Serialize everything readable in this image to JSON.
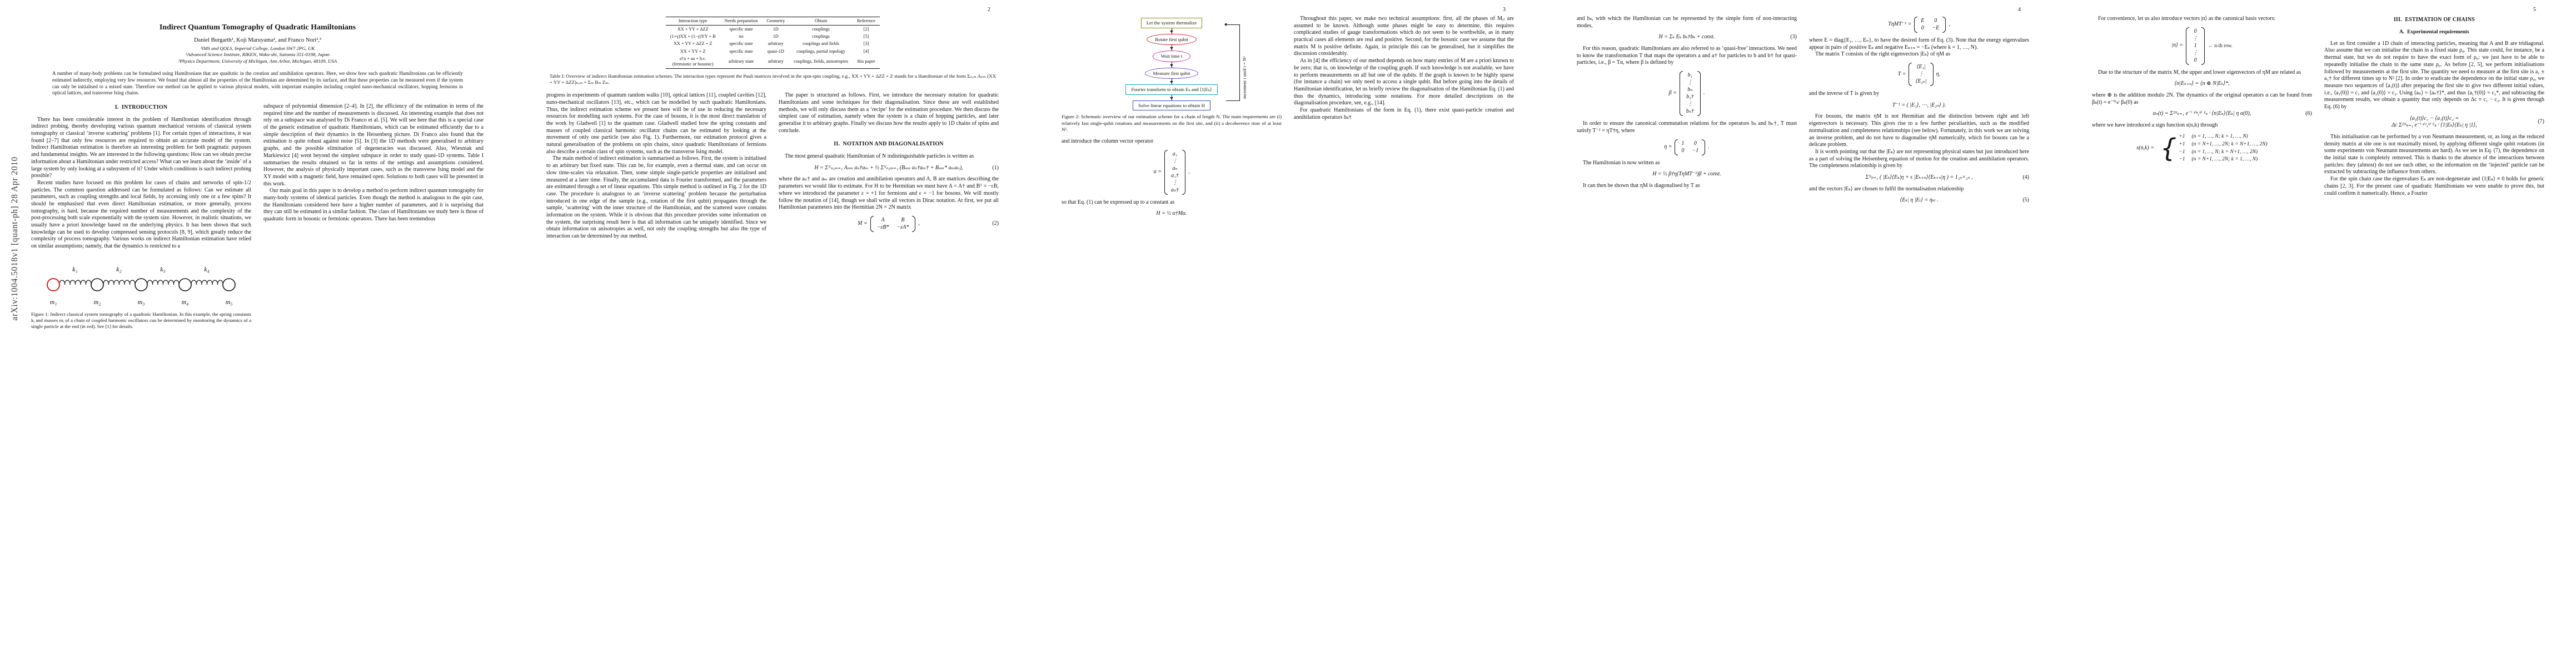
{
  "sidebar": {
    "arxiv_label": "arXiv:1004.5018v1  [quant-ph]  28 Apr 2010"
  },
  "page1": {
    "title": "Indirect Quantum Tomography of Quadratic Hamiltonians",
    "authors": "Daniel Burgarth¹, Koji Maruyama², and Franco Nori²,³",
    "affil1": "¹IMS and QOLS, Imperial College, London SW7 2PG, UK",
    "affil2": "²Advanced Science Institute, RIKEN, Wako-shi, Saitama 351-0198, Japan",
    "affil3": "³Physics Department, University of Michigan, Ann Arbor, Michigan, 48109, USA",
    "abstract": "A number of many-body problems can be formulated using Hamiltonians that are quadratic in the creation and annihilation operators. Here, we show how such quadratic Hamiltonians can be efficiently estimated indirectly, employing very few resources. We found that almost all the properties of the Hamiltonian are determined by its surface, and that these properties can be measured even if the system can only be initialised to a mixed state. Therefore our method can be applied to various physical models, with important examples including coupled nano-mechanical oscillators, hopping fermions in optical lattices, and transverse Ising chains.",
    "sec1": "I.  INTRODUCTION",
    "para1": "There has been considerable interest in the problem of Hamiltonian identification through indirect probing, thereby developing various quantum mechanical versions of classical system tomography or classical ‘inverse scattering’ problems [1]. For certain types of interactions, it was found [2–7] that only few resources are required to obtain an accurate model of the system. Indirect Hamiltonian estimation is therefore an interesting problem for both pragmatic purposes and fundamental insights. We are interested in the following questions: How can we obtain precise information about a Hamiltonian under restricted access? What can we learn about the ‘inside’ of a large system by only looking at a subsystem of it? Under which conditions is such indirect probing possible?",
    "para2a": "Recent studies have focused on this problem for cases of chains and networks of spin-1/2 particles. The common question addressed can be formulated as follows: Can we estimate all parameters, such as coupling strengths and local fields, by accessing only one or a few spins? It should be emphasised that even direct Hamiltonian estimation, or more generally, process tomography, is hard, because the required number of measurements and the complexity of the post-processing both scale exponentially with the system size. However, in realistic situations, we usually have a priori knowledge based on the underlying physics. It has been shown that such knowledge can be used to develop compressed sensing protocols [8, 9], which greatly reduce the complexity of process tomography. Various works on indirect Hamiltonian estimation have relied on similar assumptions; namely, that the dynamics is restricted to a",
    "para2b": "subspace of polynomial dimension [2–4]. In [2], the efficiency of the estimation in terms of the required time and the number of measurements is discussed. An interesting example that does not rely on a subspace was analysed by Di Franco et al. [5]. We will see here that this is a special case of the generic estimation of quadratic Hamiltonians, which can be estimated efficiently due to a simple description of their dynamics in the Heisenberg picture. Di Franco also found that the estimation is quite robust against noise [5]. In [3] the 1D methods were generalised to arbitrary graphs, and the possible elimination of degeneracies was discussed. Also, Wiesniak and Markiewicz [4] went beyond the simplest subspace in order to study quasi-1D systems. Table I summarises the results obtained so far in terms of the settings and assumptions considered. However, the analysis of physically important cases, such as the transverse Ising model and the XY model with a magnetic field, have remained open. Solutions to both cases will be presented in this work.",
    "para3": "Our main goal in this paper is to develop a method to perform indirect quantum tomography for many-body systems of identical particles. Even though the method is analogous to the spin case, the Hamiltonians considered here have a higher number of parameters, and it is surprising that they can still be estimated in a similar fashion. The class of Hamiltonians we study here is those of quadratic form in bosonic or fermionic operators. There has been tremendous",
    "figure1": {
      "k": [
        "k₁",
        "k₂",
        "k₃",
        "k₄"
      ],
      "m": [
        "m₁",
        "m₂",
        "m₃",
        "m₄",
        "m₅"
      ],
      "end_color": "#cc2222",
      "caption": "Figure 1: Indirect classical system tomography of a quadratic Hamiltonian. In this example, the spring constants kᵢ and masses mᵢ of a chain of coupled harmonic oscillators can be determined by monitoring the dynamics of a single particle at the end (in red). See [1] for details."
    }
  },
  "page2": {
    "page_number": "2",
    "table1": {
      "headers": [
        "Interaction type",
        "Needs preparation",
        "Geometry",
        "Obtain",
        "Reference"
      ],
      "rows": [
        [
          "XX + YY + ΔZZ",
          "specific state",
          "1D",
          "couplings",
          "[2]"
        ],
        [
          "(1+γ)XX + (1−γ)YY + B",
          "no",
          "1D",
          "couplings",
          "[5]"
        ],
        [
          "XX + YY + ΔZZ + Z",
          "specific state",
          "arbitrary",
          "couplings and fields",
          "[3]"
        ],
        [
          "XX + YY + Z",
          "specific state",
          "quasi-1D",
          "couplings, partial topology",
          "[4]"
        ],
        [
          "a†a + aa + h.c.\n(fermionic or bosonic)",
          "arbitrary state",
          "arbitrary",
          "couplings, fields, anisotropies",
          "this paper"
        ]
      ],
      "caption": "Table I: Overview of indirect Hamiltonian estimation schemes. The interaction types represent the Pauli matrices involved in the spin-spin coupling, e.g., XX + YY + ΔZZ + Z stands for a Hamiltonian of the form Σₙ,ₘ Aₙₘ (XX + YY + ΔZZ)ₙ,ₘ + Σₘ Bₘ Zₘ."
    },
    "para_a": "progress in experiments of quantum random walks [10], optical lattices [11], coupled cavities [12], nano-mechanical oscillators [13], etc., which can be modelled by such quadratic Hamiltonians. Thus, the indirect estimation scheme we present here will be of use in reducing the necessary resources for modelling such systems. For the case of bosons, it is the most direct translation of the work by Gladwell [1] to the quantum case. Gladwell studied how the spring constants and masses of coupled classical harmonic oscillator chains can be estimated by looking at the movement of only one particle (see also Fig. 1). Furthermore, our estimation protocol gives a natural generalisation of the problems on spin chains, since quadratic Hamiltonians of fermions also describe a certain class of spin systems, such as the transverse Ising model.",
    "para_b": "The main method of indirect estimation is summarised as follows. First, the system is initialised to an arbitrary but fixed state. This can be, for example, even a thermal state, and can occur on slow time-scales via relaxation. Then, some simple single-particle properties are initialised and measured at a later time. Finally, the accumulated data is Fourier transformed, and the parameters are estimated through a set of linear equations. This simple method is outlined in Fig. 2 for the 1D case. The procedure is analogous to an ‘inverse scattering’ problem because the perturbation introduced in one edge of the sample (e.g., rotation of the first qubit) propagates through the sample, ‘scattering’ with the inner structure of the Hamiltonian, and the scattered wave contains information on the system. While it is obvious that this procedure provides some information on the system, the surprising result here is that all information can be uniquely identified. Since we obtain information on anisotropies as well, not only the coupling strengths but also the type of interaction can be determined by our method.",
    "para_c": "The paper is structured as follows. First, we introduce the necessary notation for quadratic Hamiltonians and some techniques for their diagonalisation. Since these are well established methods, we will only discuss them as a ‘recipe’ for the estimation procedure. We then discuss the simplest case of estimation, namely when the system is a chain of hopping particles, and later generalise it to arbitrary graphs. Finally we discuss how the results apply to 1D chains of spins and conclude.",
    "sec2": "II.  NOTATION AND DIAGONALISATION",
    "para_d": "The most general quadratic Hamiltonian of N indistinguishable particles is written as",
    "eq1": {
      "body": "H = Σᴺₙ,ₘ₌₁ Aₙₘ aₙ†aₘ + ½ Σᴺₙ,ₘ₌₁ (Bₙₘ aₙ†aₘ† + Bₙₘ* aₘaₙ),",
      "number": "(1)"
    },
    "para_e": "where the aₙ† and aₘ are creation and annihilation operators and A, B are matrices describing the parameters we would like to estimate. For H to be Hermitian we must have A = A† and Bᵀ = −εB, where we introduced the parameter ε = +1 for fermions and ε = −1 for bosons. We will mostly follow the notation of [14], though we shall write all vectors in Dirac notation. At first, we put all Hamiltonian parameters into the Hermitian 2N × 2N matrix",
    "eq2": {
      "lhs": "M =",
      "cells": [
        "A",
        "B",
        "−εB*",
        "−εA*"
      ],
      "trail": ",",
      "number": "(2)"
    }
  },
  "page3": {
    "page_number": "3",
    "figure2": {
      "steps": [
        {
          "label": "Let the system thermalize",
          "color": "#8a8a10"
        },
        {
          "label": "Rotate first qubit",
          "color": "#cf1f1f"
        },
        {
          "label": "Wait time t",
          "color": "#cc2ab4"
        },
        {
          "label": "Measure first qubit",
          "color": "#6f3fc4"
        },
        {
          "label": "Fourier transform to obtain Eₖ and ⟨1|Eₖ⟩",
          "color": "#0aa8c0"
        },
        {
          "label": "Solve linear equations to obtain H",
          "color": "#2e4fc4"
        }
      ],
      "loop_label": "increment t until t = N²",
      "caption": "Figure 2: Schematic overview of our estimation scheme for a chain of length N. The main requirements are (i) relatively fast single-qubit rotations and measurements on the first site, and (ii) a decoherence time of at least N²."
    },
    "para1": "and introduce the column vector operator",
    "eq_alpha": {
      "lhs": "α =",
      "cells": [
        "a₁",
        "⋮",
        "aₙ",
        "a₁†",
        "⋮",
        "aₙ†"
      ],
      "trail": ","
    },
    "para2": "so that Eq. (1) can be expressed up to a constant as",
    "eq_H": {
      "body": "H = ½ α†Mα."
    },
    "para3": "Throughout this paper, we make two technical assumptions: first, all the phases of Mᵢⱼ are assumed to be known. Although some phases might be easy to determine, this requires complicated studies of gauge transformations which do not seem to be worthwhile, as in many practical cases all elements are real and positive. Second, for the bosonic case we assume that the matrix M is positive definite. Again, in principle this can be generalised, but it simplifies the discussion considerably.",
    "para4": "As in [4] the efficiency of our method depends on how many entries of M are a priori known to be zero; that is, on knowledge of the coupling graph. If such knowledge is not available, we have to perform measurements on all but one of the qubits. If the graph is known to be highly sparse (for instance a chain) we only need to access a single qubit. But before going into the details of Hamiltonian identification, let us briefly review the diagonalisation of the Hamiltonian Eq. (1) and thus the dynamics, introducing some notations. For more detailed descriptions on the diagonalisation procedure, see, e.g., [14].",
    "para5": "For quadratic Hamiltonians of the form in Eq. (1), there exist quasi-particle creation and annihilation operators bₖ†"
  },
  "page4": {
    "page_number": "4",
    "para1": "and bₖ, with which the Hamiltonian can be represented by the simple form of non-interacting modes,",
    "eq3": {
      "body": "H = Σₖ Eₖ bₖ†bₖ + const.",
      "number": "(3)"
    },
    "para2": "For this reason, quadratic Hamiltonians are also referred to as ‘quasi-free’ interactions. We need to know the transformation T that maps the operators a and a† for particles to b and b† for quasi-particles, i.e., β = Tα, where β is defined by",
    "eq_beta": {
      "lhs": "β =",
      "cells": [
        "b₁",
        "⋮",
        "bₙ",
        "b₁†",
        "⋮",
        "bₙ†"
      ],
      "trail": "."
    },
    "para3": "In order to ensure the canonical commutation relations for the operators bₖ and bₖ†, T must satisfy T⁻¹ = ηT†η, where",
    "eq_eta": {
      "lhs": "η =",
      "cells": [
        "1",
        "0",
        "0",
        "−1"
      ],
      "trail": "."
    },
    "para4": "The Hamiltonian is now written as",
    "eq_Hbeta": {
      "body": "H = ½ β†η(TηMT⁻¹)β + const."
    },
    "para5": "It can then be shown that ηM is diagonalised by T as",
    "eq_TMT": {
      "lhs": "TηMT⁻¹ =",
      "cells": [
        "E",
        "0",
        "0",
        "−E"
      ],
      "trail": ","
    },
    "para6": "where E = diag{E₁, …, Eₙ}, to have the desired form of Eq. (3). Note that the energy eigenvalues appear in pairs of positive Eₖ and negative Eₖ₊ₙ = −Eₖ (where k = 1, …, N).",
    "para7": "The matrix T consists of the right eigenvectors |Eₖ⟩ of ηM as",
    "eq_T": {
      "lhs": "T =",
      "cells": [
        "⟨E₁|",
        "⋮",
        "⟨E₂ₙ|"
      ],
      "trail": "η,"
    },
    "para8": "and the inverse of T is given by",
    "eq_Tinv": {
      "body": "T⁻¹ = ( |E₁⟩, ⋯, |E₂ₙ⟩ )."
    },
    "para9": "For bosons, the matrix ηM is not Hermitian and the distinction between right and left eigenvectors is necessary. This gives rise to a few further peculiarities, such as the modified normalisation and completeness relationships (see below). Fortunately, in this work we are solving an inverse problem, and do not have to diagonalise ηM numerically, which for bosons can be a delicate problem.",
    "para10": "It is worth pointing out that the |Eₖ⟩ are not representing physical states but just introduced here as a part of solving the Heisenberg equation of motion for the creation and annihilation operators. The completeness relationship is given by",
    "eq4": {
      "body": "Σᴺₖ₌₁ ( |Eₖ⟩⟨Eₖ|η + ε |Eₖ₊ₙ⟩⟨Eₖ₊ₙ|η ) = 1₂ₙ×₂ₙ ,",
      "number": "(4)"
    },
    "para11": "and the vectors |Eₖ⟩ are chosen to fulfil the normalisation relationship",
    "eq5": {
      "body": "⟨Eₖ| η |Eₗ⟩ = ηₖₗ .",
      "number": "(5)"
    }
  },
  "page5": {
    "page_number": "5",
    "para1": "For convenience, let us also introduce vectors |n⟩ as the canonical basis vectors:",
    "eq_n": {
      "lhs": "|n⟩ =",
      "cells": [
        "0",
        "⋮",
        "1",
        "⋮",
        "0"
      ],
      "annotation": "← n-th row."
    },
    "para2": "Due to the structure of the matrix M, the upper and lower eigenvectors of ηM are related as",
    "eq_rel": {
      "body": "⟨n|Eₖ₊ₙ⟩ = ⟨n ⊕ N|Eₖ⟩*,"
    },
    "para3": "where ⊕ is the addition modulo 2N. The dynamics of the original operators α can be found from βₖ(t) = e⁻ⁱᴱₖᵗ βₖ(0) as",
    "eq6": {
      "body": "αₙ(t) = Σ²ᴺₖ₌₁ e⁻ⁱ ˢ⁽ⁿ,ᵏ⁾ ᴱₖ ᵗ ⟨n|Eₖ⟩⟨Eₖ| η α(0),",
      "number": "(6)"
    },
    "para4": "where we have introduced a sign function s(n,k) through",
    "cases": {
      "lhs": "s(n,k) =",
      "rows": [
        {
          "val": "+1",
          "cond": "(n = 1, …, N;  k = 1, …, N)"
        },
        {
          "val": "+1",
          "cond": "(n = N+1, …, 2N;  k = N+1, …, 2N)"
        },
        {
          "val": "−1",
          "cond": "(n = 1, …, N;  k = N+1, …, 2N)"
        },
        {
          "val": "−1",
          "cond": "(n = N+1, …, 2N;  k = 1, …, N)"
        }
      ]
    },
    "sec3": "III.  ESTIMATION OF CHAINS",
    "subA": "A.  Experimental requirements",
    "paraA": "Let us first consider a 1D chain of interacting particles, meaning that A and B are tridiagonal. Also assume that we can initialise the chain in a fixed state ρ₀. This state could, for instance, be a thermal state, but we do not require to have the exact form of ρ₀: we just have to be able to repeatedly initialise the chain to the same state ρ₀. As before [2, 5], we perform initialisations followed by measurements at the first site. The quantity we need to measure at the first site is a₁ ± a₁† for different times up to N² [2]. In order to eradicate the dependence on the initial state ρ₀, we measure two sequences of ⟨a₁(t)⟩ after preparing the first site to give two different initial values, i.e., ⟨a₁(0)⟩ = c₁ and ⟨a₁(0)⟩ = c₂. Using ⟨aₙ⟩ = ⟨aₙ†⟩*, and thus ⟨a₁†(0)⟩ = c₂*, and subtracting the measurement results, we obtain a quantity that only depends on Δc ≡ c₁ − c₂. It is given through Eq. (6) by",
    "eq7": {
      "line1": "⟨a₁(t)⟩c₁ − ⟨a₁(t)⟩c₂ =",
      "line2": "Δc Σ²ᴺₖ₌₁ e⁻ⁱ ˢ⁽¹,ᵏ⁾ ᴱₖ ᵗ ⟨1|Eₖ⟩⟨Eₖ| η |1⟩,",
      "number": "(7)"
    },
    "paraB": "This initialisation can be performed by a von Neumann measurement, or, as long as the reduced density matrix at site one is not maximally mixed, by applying different single qubit rotations (in some experiments von Neumann measurements are hard). As we see in Eq. (7), the dependence on the initial state is completely removed. This is thanks to the absence of the interactions between particles: they (almost) do not see each other, so the information on the ‘injected’ particle can be extracted by subtracting the influence from others.",
    "paraC": "For the spin chain case the eigenvalues Eₖ are non-degenerate and ⟨1|Eₖ⟩ ≠ 0 holds for generic chains [2, 3]. For the present case of quadratic Hamiltonians we were unable to prove this, but could confirm it numerically. Hence, a Fourier"
  }
}
